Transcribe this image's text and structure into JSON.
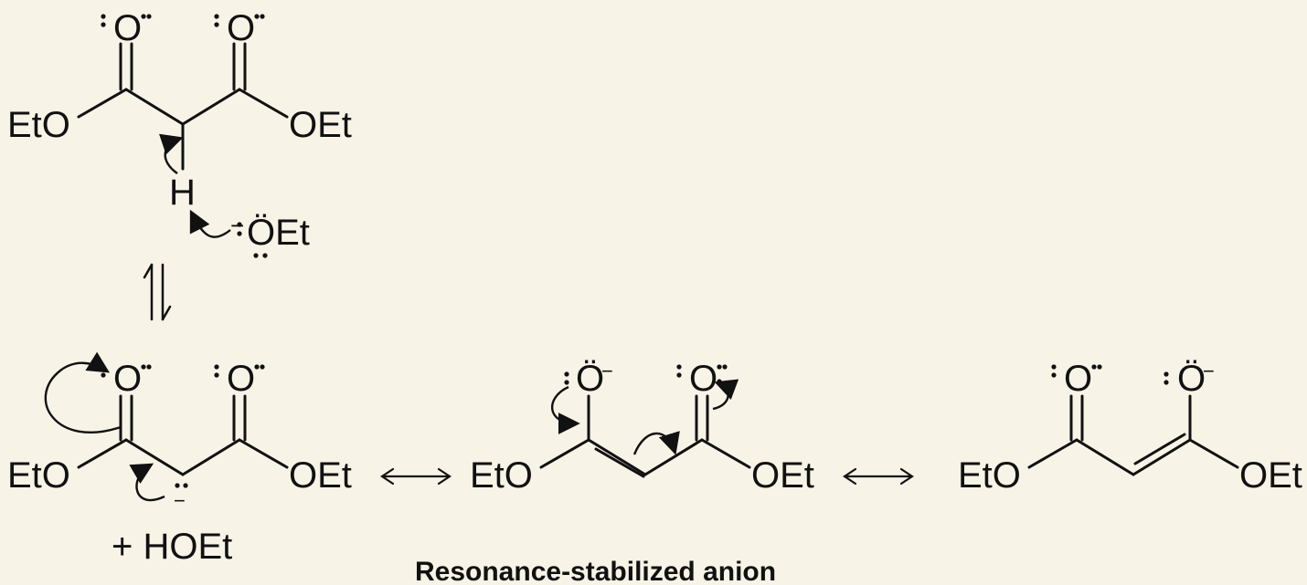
{
  "molecules": {
    "m1": {
      "left": "EtO",
      "right": "OEt",
      "o1": "O",
      "o2": "O",
      "h": "H"
    },
    "base": {
      "text": "ÖEt",
      "charge": "−"
    },
    "m2": {
      "left": "EtO",
      "right": "OEt",
      "o1": "O",
      "o2": "O",
      "charge": "−"
    },
    "m3": {
      "left": "EtO",
      "right": "OEt",
      "o1": "Ö",
      "o1_charge": "−",
      "o2": "O"
    },
    "m4": {
      "left": "EtO",
      "right": "OEt",
      "o1": "O",
      "o2": "Ö",
      "o2_charge": "−"
    }
  },
  "byproduct": "+ HOEt",
  "caption": "Resonance-stabilized anion",
  "colors": {
    "background": "#f7f3e6",
    "ink": "#111111"
  }
}
